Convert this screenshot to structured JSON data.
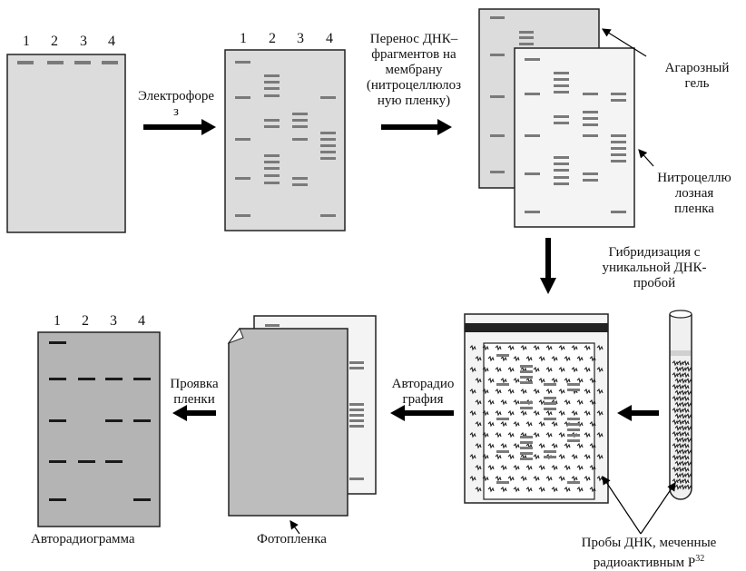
{
  "lanes": [
    "1",
    "2",
    "3",
    "4"
  ],
  "labels": {
    "electrophoresis": "Электрофоре\nз",
    "transfer": "Перенос ДНК–\nфрагментов на\nмембрану\n(нитроцеллюлоз\nную пленку)",
    "agarose_gel": "Агарозный\nгель",
    "nitrocellulose_film": "Нитроцеллю\nлозная\nпленка",
    "hybridization": "Гибридизация с\nуникальной ДНК-\nпробой",
    "autoradiography": "Авторадио\nграфия",
    "developing": "Проявка\nпленки",
    "autoradiogram": "Авторадиограмма",
    "photofilm": "Фотопленка",
    "probes_line1": "Пробы ДНК, меченные",
    "probes_line2": "радиоактивным Р",
    "probes_sup": "32"
  },
  "colors": {
    "gel_fill": "#dcdcdc",
    "film_fill": "#f4f4f4",
    "band": "#7a7a7a",
    "dark_band": "#1a1a1a",
    "autoradiogram_fill": "#b4b4b4",
    "arrow": "#000000"
  }
}
